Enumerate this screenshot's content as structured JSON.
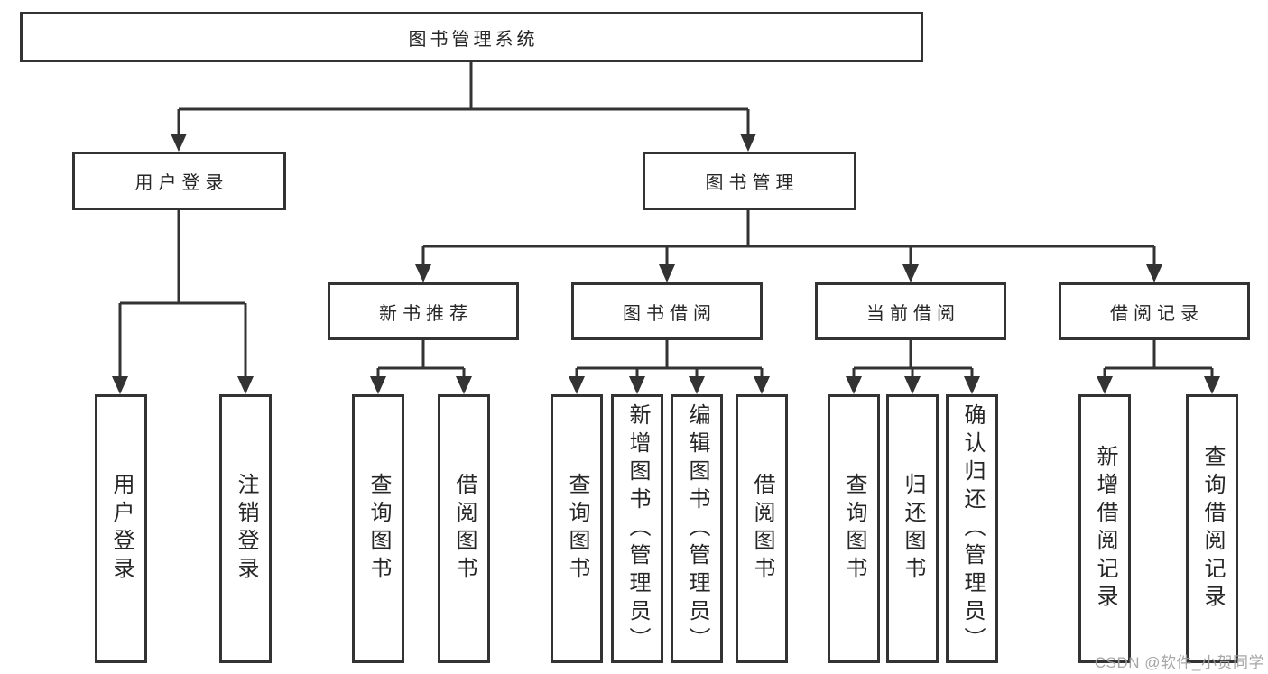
{
  "diagram": {
    "root": {
      "label": "图书管理系统"
    },
    "level2": {
      "user_login": {
        "label": "用户登录"
      },
      "book_mgmt": {
        "label": "图书管理"
      }
    },
    "level3": {
      "new_books": {
        "label": "新书推荐"
      },
      "book_borrow": {
        "label": "图书借阅"
      },
      "current_borrow": {
        "label": "当前借阅"
      },
      "borrow_records": {
        "label": "借阅记录"
      }
    },
    "leaves": {
      "user_login": [
        "用户登录",
        "注销登录"
      ],
      "new_books": [
        "查询图书",
        "借阅图书"
      ],
      "book_borrow": [
        "查询图书",
        "新增图书（管理员）",
        "编辑图书（管理员）",
        "借阅图书"
      ],
      "current_borrow": [
        "查询图书",
        "归还图书",
        "确认归还（管理员）"
      ],
      "borrow_records": [
        "新增借阅记录",
        "查询借阅记录"
      ]
    }
  },
  "watermark": "CSDN @软件_小贺同学",
  "colors": {
    "line": "#333333",
    "text": "#262626",
    "watermark": "#9e9e9e",
    "background": "#ffffff"
  }
}
